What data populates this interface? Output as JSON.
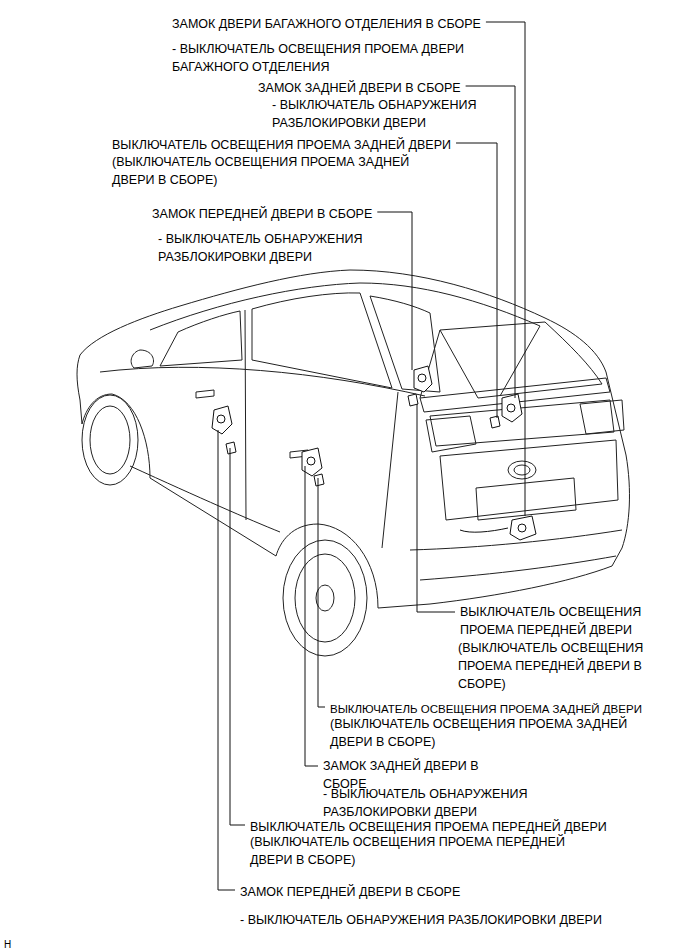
{
  "diagram": {
    "labels": [
      "ЗАМОК ДВЕРИ БАГАЖНОГО ОТДЕЛЕНИЯ В СБОРЕ",
      "- ВЫКЛЮЧАТЕЛЬ ОСВЕЩЕНИЯ ПРОЕМА ДВЕРИ БАГАЖНОГО ОТДЕЛЕНИЯ",
      "ЗАМОК ЗАДНЕЙ ДВЕРИ В СБОРЕ",
      "- ВЫКЛЮЧАТЕЛЬ ОБНАРУЖЕНИЯ РАЗБЛОКИРОВКИ ДВЕРИ",
      "ВЫКЛЮЧАТЕЛЬ ОСВЕЩЕНИЯ ПРОЕМА ЗАДНЕЙ ДВЕРИ",
      "(ВЫКЛЮЧАТЕЛЬ ОСВЕЩЕНИЯ ПРОЕМА ЗАДНЕЙ ДВЕРИ В СБОРЕ)",
      "ЗАМОК ПЕРЕДНЕЙ ДВЕРИ В СБОРЕ",
      "- ВЫКЛЮЧАТЕЛЬ ОБНАРУЖЕНИЯ РАЗБЛОКИРОВКИ ДВЕРИ",
      "ВЫКЛЮЧАТЕЛЬ ОСВЕЩЕНИЯ ПРОЕМА ПЕРЕДНЕЙ ДВЕРИ",
      "(ВЫКЛЮЧАТЕЛЬ ОСВЕЩЕНИЯ ПРОЕМА ПЕРЕДНЕЙ ДВЕРИ В СБОРЕ)",
      "ВЫКЛЮЧАТЕЛЬ ОСВЕЩЕНИЯ ПРОЕМА ЗАДНЕЙ ДВЕРИ",
      "(ВЫКЛЮЧАТЕЛЬ ОСВЕЩЕНИЯ ПРОЕМА ЗАДНЕЙ ДВЕРИ В СБОРЕ)",
      "ЗАМОК ЗАДНЕЙ ДВЕРИ В СБОРЕ",
      "- ВЫКЛЮЧАТЕЛЬ ОБНАРУЖЕНИЯ РАЗБЛОКИРОВКИ ДВЕРИ",
      "ВЫКЛЮЧАТЕЛЬ ОСВЕЩЕНИЯ ПРОЕМА ПЕРЕДНЕЙ ДВЕРИ",
      "(ВЫКЛЮЧАТЕЛЬ ОСВЕЩЕНИЯ ПРОЕМА ПЕРЕДНЕЙ ДВЕРИ В СБОРЕ)",
      "ЗАМОК ПЕРЕДНЕЙ ДВЕРИ В СБОРЕ",
      "- ВЫКЛЮЧАТЕЛЬ ОБНАРУЖЕНИЯ РАЗБЛОКИРОВКИ ДВЕРИ",
      "H"
    ]
  }
}
